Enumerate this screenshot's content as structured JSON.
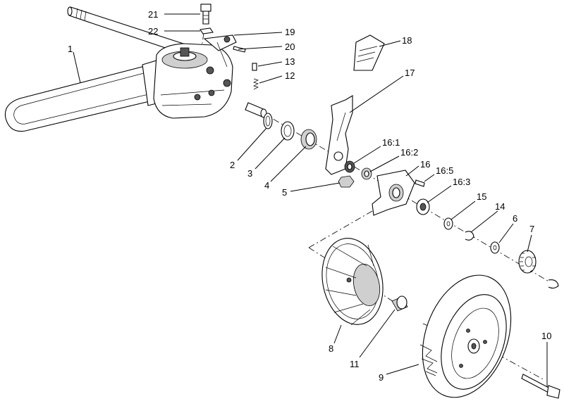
{
  "callouts": [
    {
      "id": "1",
      "text": "1"
    },
    {
      "id": "2",
      "text": "2"
    },
    {
      "id": "3",
      "text": "3"
    },
    {
      "id": "4",
      "text": "4"
    },
    {
      "id": "5",
      "text": "5"
    },
    {
      "id": "6",
      "text": "6"
    },
    {
      "id": "7",
      "text": "7"
    },
    {
      "id": "8",
      "text": "8"
    },
    {
      "id": "9",
      "text": "9"
    },
    {
      "id": "10",
      "text": "10"
    },
    {
      "id": "11",
      "text": "11"
    },
    {
      "id": "12",
      "text": "12"
    },
    {
      "id": "13",
      "text": "13"
    },
    {
      "id": "14",
      "text": "14"
    },
    {
      "id": "15",
      "text": "15"
    },
    {
      "id": "16",
      "text": "16"
    },
    {
      "id": "16_1",
      "text": "16:1"
    },
    {
      "id": "16_2",
      "text": "16:2"
    },
    {
      "id": "16_3",
      "text": "16:3"
    },
    {
      "id": "16_5",
      "text": "16:5"
    },
    {
      "id": "17",
      "text": "17"
    },
    {
      "id": "18",
      "text": "18"
    },
    {
      "id": "19",
      "text": "19"
    },
    {
      "id": "20",
      "text": "20"
    },
    {
      "id": "21",
      "text": "21"
    },
    {
      "id": "22",
      "text": "22"
    }
  ]
}
